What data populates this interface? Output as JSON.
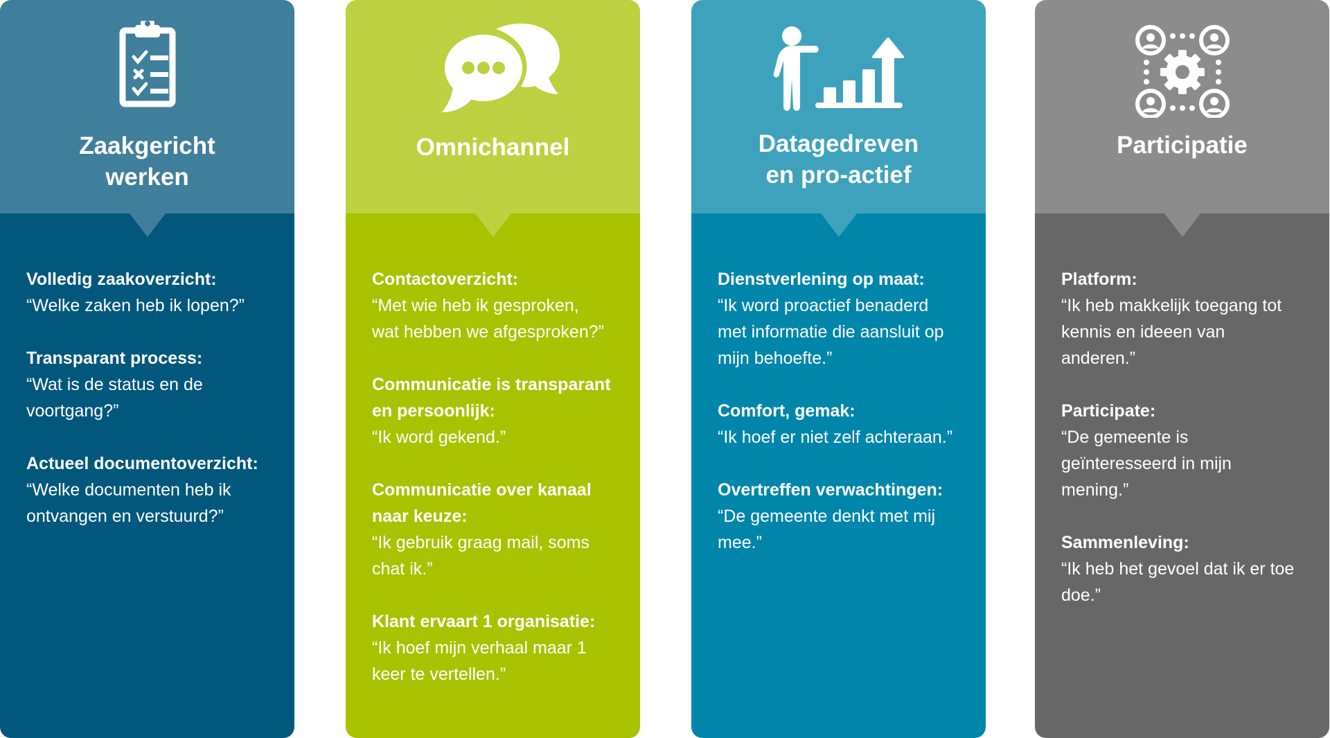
{
  "columns": [
    {
      "id": "zaakgericht",
      "icon": "clipboard-checklist-icon",
      "title_lines": [
        "Zaakgericht",
        "werken"
      ],
      "colors": {
        "header": "#3f7f9b",
        "body": "#02577c"
      },
      "items": [
        {
          "label": "Volledig zaakoverzicht:",
          "quote": "“Welke zaken heb ik lopen?”"
        },
        {
          "label": "Transparant process:",
          "quote": "“Wat is de status en de\nvoortgang?”"
        },
        {
          "label": "Actueel documentoverzicht:",
          "quote": "“Welke documenten heb ik\nontvangen en verstuurd?”"
        }
      ]
    },
    {
      "id": "omnichannel",
      "icon": "chat-bubbles-icon",
      "title_lines": [
        "Omnichannel"
      ],
      "colors": {
        "header": "#bcd240",
        "body": "#a8c200"
      },
      "items": [
        {
          "label": "Contactoverzicht:",
          "quote": "“Met wie heb ik gesproken,\nwat hebben we afgesproken?”"
        },
        {
          "label": "Communicatie is transparant\nen persoonlijk:",
          "quote": "“Ik word gekend.”"
        },
        {
          "label": "Communicatie over kanaal\nnaar keuze:",
          "quote": "“Ik gebruik graag mail, soms\nchat ik.”"
        },
        {
          "label": "Klant ervaart 1 organisatie:",
          "quote": "“Ik hoef mijn verhaal maar 1\nkeer te vertellen.”"
        }
      ]
    },
    {
      "id": "datagedreven",
      "icon": "person-growth-chart-icon",
      "title_lines": [
        "Datagedreven",
        "en pro-actief"
      ],
      "colors": {
        "header": "#3fa2bd",
        "body": "#0086aa"
      },
      "items": [
        {
          "label": "Dienstverlening op maat:",
          "quote": "“Ik word proactief benaderd\nmet informatie die aansluit op\nmijn behoefte.”"
        },
        {
          "label": "Comfort, gemak:",
          "quote": "“Ik hoef er niet zelf achteraan.”"
        },
        {
          "label": "Overtreffen verwachtingen:",
          "quote": "“De gemeente denkt met mij\nmee.”"
        }
      ]
    },
    {
      "id": "participatie",
      "icon": "people-network-gear-icon",
      "title_lines": [
        "Participatie"
      ],
      "colors": {
        "header": "#8c8c8c",
        "body": "#676767"
      },
      "items": [
        {
          "label": "Platform:",
          "quote": "“Ik heb makkelijk toegang tot\nkennis en ideeen van\nanderen.”"
        },
        {
          "label": "Participate:",
          "quote": "“De gemeente is\ngeïnteresseerd in mijn\nmening.”"
        },
        {
          "label": "Sammenleving:",
          "quote": "“Ik heb het gevoel dat ik er toe\ndoe.”"
        }
      ]
    }
  ]
}
